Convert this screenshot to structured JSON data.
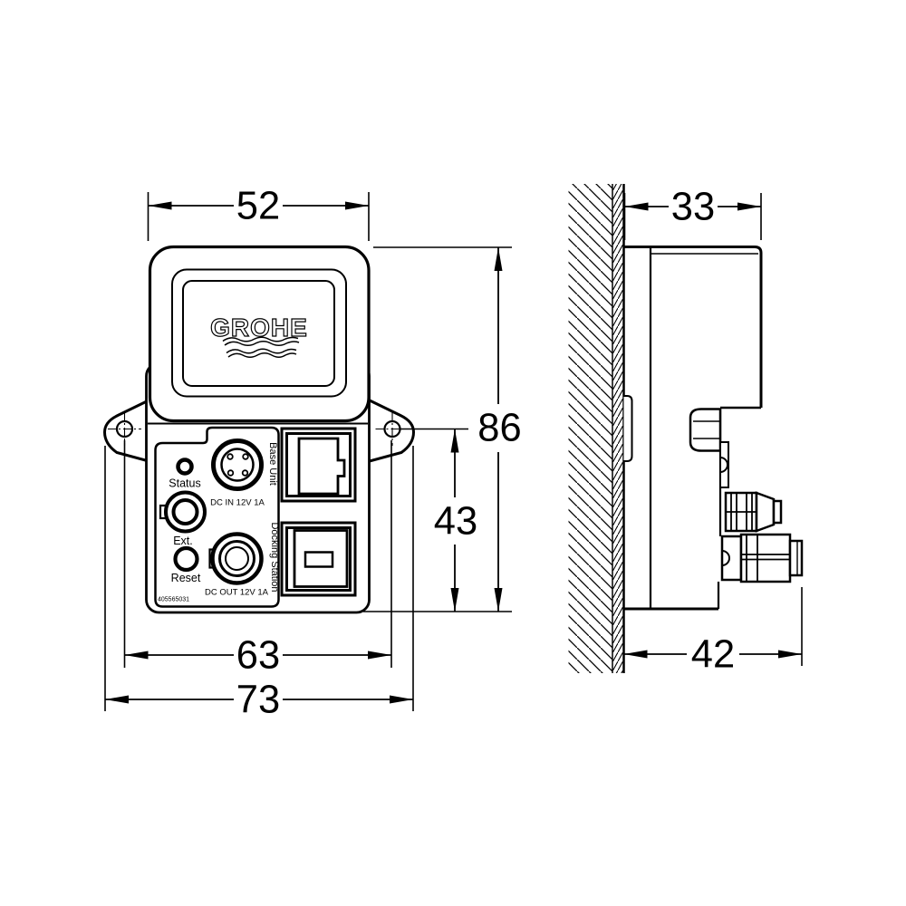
{
  "title": "GROHE wall-mounted power unit technical drawing",
  "colors": {
    "line": "#000000",
    "background": "#ffffff"
  },
  "front_view": {
    "logo": "GROHE",
    "status_label": "Status",
    "ext_label": "Ext.",
    "reset_label": "Reset",
    "dc_in_label": "DC IN 12V 1A",
    "dc_out_label": "DC OUT 12V 1A",
    "base_unit_label": "Base Unit",
    "docking_station_label": "Docking Station",
    "part_number": "405565031",
    "dimensions": {
      "top_width": "52",
      "overall_height": "86",
      "hole_to_bottom": "43",
      "hole_spacing": "63",
      "bottom_width": "73"
    }
  },
  "side_view": {
    "dimensions": {
      "body_depth": "33",
      "overall_depth": "42"
    }
  }
}
